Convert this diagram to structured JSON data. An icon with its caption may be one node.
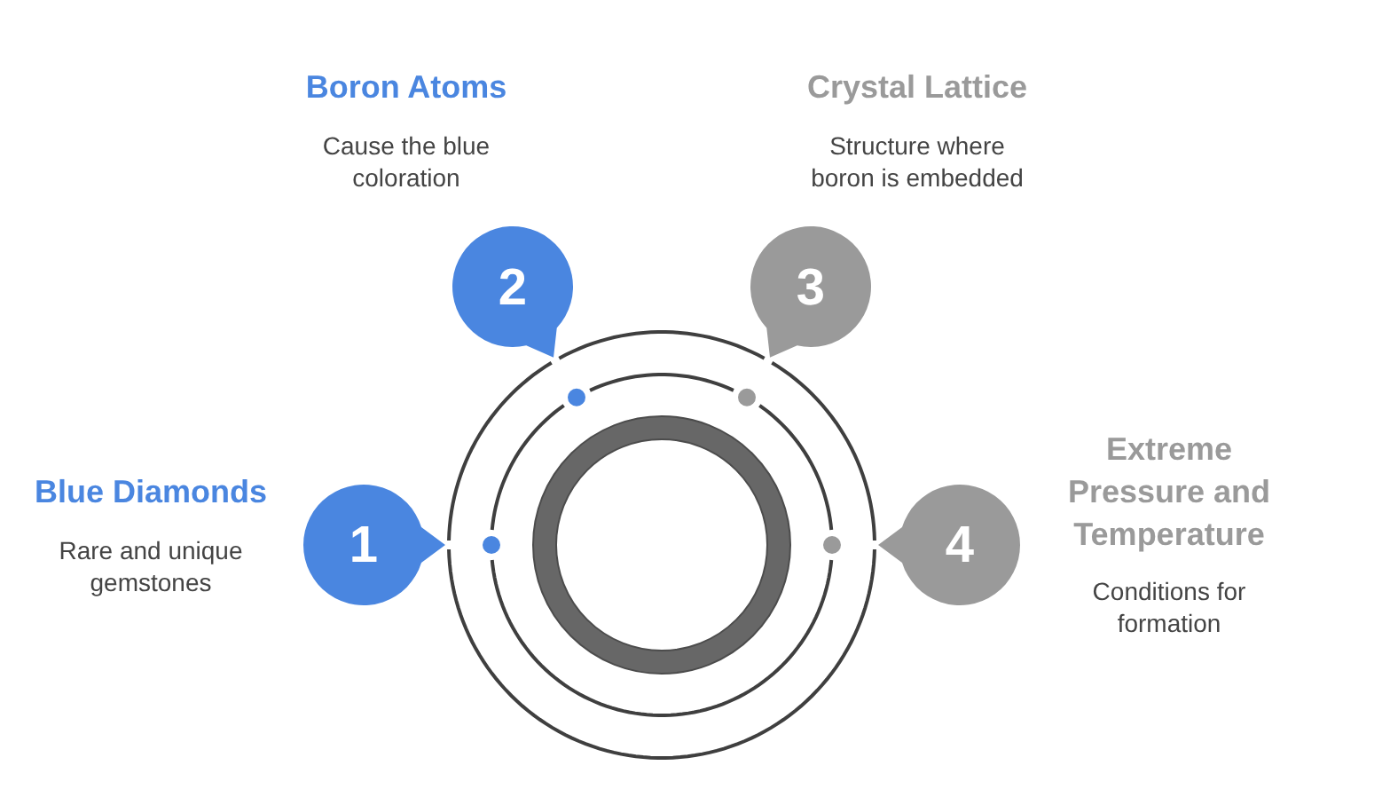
{
  "diagram": {
    "nodes": [
      {
        "text": [
          "1"
        ],
        "beside": [
          "Blue Diamonds",
          "Rare and unique gemstones"
        ]
      },
      {
        "text": [
          "2"
        ],
        "beside": [
          "Boron Atoms",
          "Cause the blue coloration"
        ]
      },
      {
        "text": [
          "3"
        ],
        "beside": [
          "Crystal Lattice",
          "Structure where boron is embedded"
        ]
      },
      {
        "text": [
          "4"
        ],
        "beside": [
          "Extreme Pressure and Temperature",
          "Conditions for formation"
        ]
      },
      {
        "text": [],
        "shape": "circle"
      },
      {
        "text": [],
        "shape": "circle",
        "in": 4
      },
      {
        "text": [],
        "shape": "ring",
        "in": 5
      }
    ]
  }
}
